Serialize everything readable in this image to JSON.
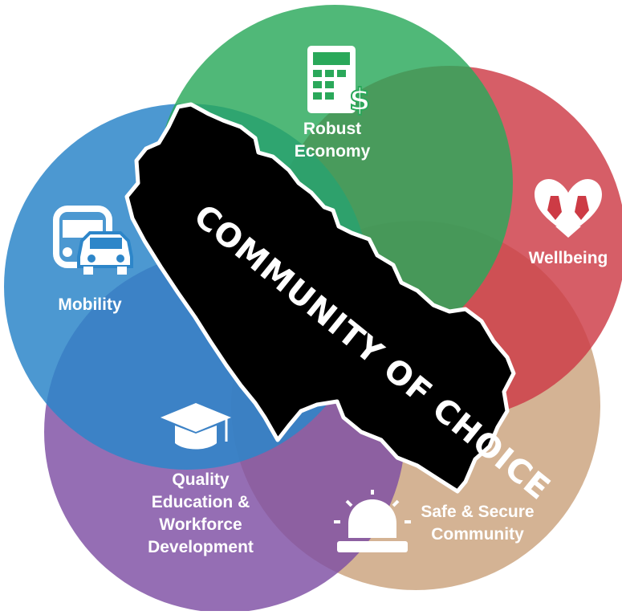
{
  "banner": {
    "text": "COMMUNITY OF CHOICE"
  },
  "circles": [
    {
      "id": "robust-economy",
      "lines": [
        "Robust",
        "Economy"
      ],
      "color": "#2aa85a",
      "icon": "calculator-dollar-icon"
    },
    {
      "id": "wellbeing",
      "lines": [
        "Wellbeing"
      ],
      "color": "#cd3b45",
      "icon": "heart-hands-icon"
    },
    {
      "id": "mobility",
      "lines": [
        "Mobility"
      ],
      "color": "#2d86c9",
      "icon": "bus-car-icon"
    },
    {
      "id": "quality-education",
      "lines": [
        "Quality",
        "Education &",
        "Workforce",
        "Development"
      ],
      "color": "#7e4ea3",
      "icon": "graduation-cap-icon"
    },
    {
      "id": "safe-secure",
      "lines": [
        "Safe & Secure",
        "Community"
      ],
      "color": "#caa27c",
      "icon": "alarm-light-icon"
    }
  ]
}
